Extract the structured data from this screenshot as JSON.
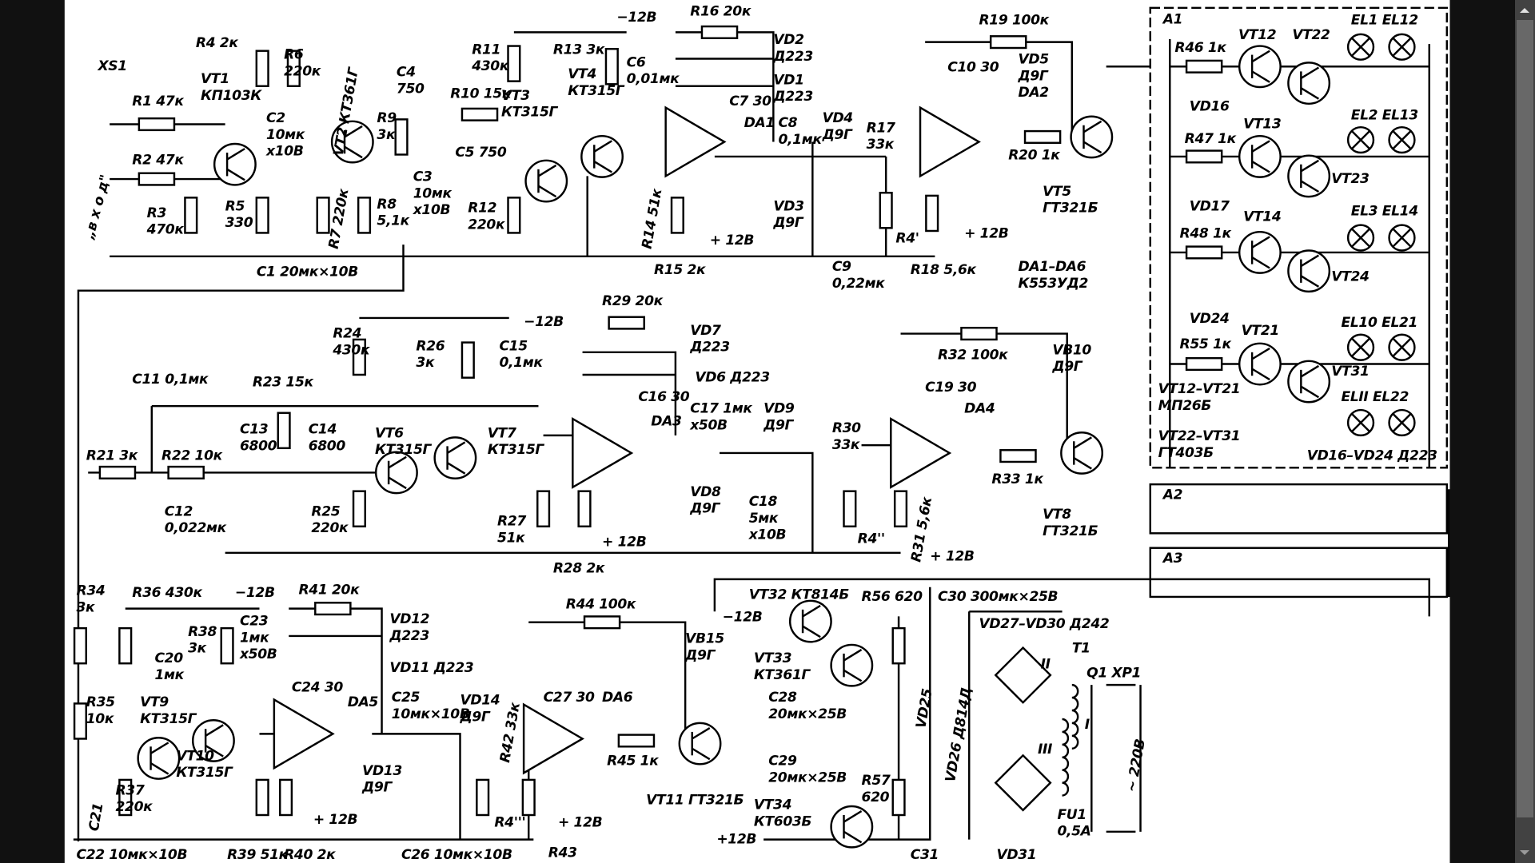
{
  "viewer": {
    "background": "#111111",
    "image_background": "#ffffff"
  },
  "diagram": {
    "labels": [
      [
        "XS1"
      ],
      [
        "R1 47к"
      ],
      [
        "R2 47к"
      ],
      [
        "R3",
        "470к"
      ],
      [
        "„в х о д\""
      ],
      [
        "VT1",
        "КП103К"
      ],
      [
        "R4 2к"
      ],
      [
        "R6",
        "220к"
      ],
      [
        "C2",
        "10мк",
        "х10В"
      ],
      [
        "VT2 КТ361Г"
      ],
      [
        "R9",
        "3к"
      ],
      [
        "R5",
        "330"
      ],
      [
        "R7 220к"
      ],
      [
        "R8",
        "5,1к"
      ],
      [
        "C1 20мк×10В"
      ],
      [
        "C4",
        "750"
      ],
      [
        "C3",
        "10мк",
        "х10В"
      ],
      [
        "R11",
        "430к"
      ],
      [
        "R10 15к"
      ],
      [
        "C5 750"
      ],
      [
        "R12",
        "220к"
      ],
      [
        "VT3",
        "КТ315Г"
      ],
      [
        "R13 3к"
      ],
      [
        "VT4",
        "КТ315Г"
      ],
      [
        "C6",
        "0,01мк"
      ],
      [
        "−12В"
      ],
      [
        "R16 20к"
      ],
      [
        "VD2",
        "Д223"
      ],
      [
        "VD1",
        "Д223"
      ],
      [
        "C7 30"
      ],
      [
        "DA1"
      ],
      [
        "R14 51к"
      ],
      [
        "R15 2к"
      ],
      [
        "+ 12В"
      ],
      [
        "C8",
        "0,1мк"
      ],
      [
        "VD4",
        "Д9Г"
      ],
      [
        "VD3",
        "Д9Г"
      ],
      [
        "R17",
        "33к"
      ],
      [
        "C9",
        "0,22мк"
      ],
      [
        "R4'"
      ],
      [
        "R18 5,6к"
      ],
      [
        "R19 100к"
      ],
      [
        "C10 30"
      ],
      [
        "VD5",
        "Д9Г",
        "DA2"
      ],
      [
        "R20 1к"
      ],
      [
        "+ 12В"
      ],
      [
        "VT5",
        "ГТ321Б"
      ],
      [
        "DA1–DA6",
        "К553УД2"
      ],
      [
        "A1"
      ],
      [
        "R46 1к"
      ],
      [
        "VT12"
      ],
      [
        "VT22"
      ],
      [
        "EL1  EL12"
      ],
      [
        "VD16"
      ],
      [
        "R47 1к"
      ],
      [
        "VT13"
      ],
      [
        "EL2  EL13"
      ],
      [
        "VT23"
      ],
      [
        "VD17"
      ],
      [
        "R48 1к"
      ],
      [
        "VT14"
      ],
      [
        "EL3  EL14"
      ],
      [
        "VT24"
      ],
      [
        "VD24"
      ],
      [
        "R55 1к"
      ],
      [
        "VT21"
      ],
      [
        "EL10 EL21"
      ],
      [
        "VT12–VT21",
        "МП26Б"
      ],
      [
        "VT22–VT31",
        "ГТ403Б"
      ],
      [
        "ELII EL22"
      ],
      [
        "VT31"
      ],
      [
        "VD16–VD24 Д223"
      ],
      [
        "A2"
      ],
      [
        "A3"
      ],
      [
        "R24",
        "430к"
      ],
      [
        "−12В"
      ],
      [
        "R26",
        "3к"
      ],
      [
        "C15",
        "0,1мк"
      ],
      [
        "R29 20к"
      ],
      [
        "VD7",
        "Д223"
      ],
      [
        "VD6 Д223"
      ],
      [
        "C11 0,1мк"
      ],
      [
        "R23 15к"
      ],
      [
        "C13",
        "6800"
      ],
      [
        "C14",
        "6800"
      ],
      [
        "VT6",
        "КТ315Г"
      ],
      [
        "VT7",
        "КТ315Г"
      ],
      [
        "C16 30"
      ],
      [
        "DA3"
      ],
      [
        "C17 1мк",
        "х50В"
      ],
      [
        "VD9",
        "Д9Г"
      ],
      [
        "R30",
        "33к"
      ],
      [
        "R21 3к"
      ],
      [
        "R22 10к"
      ],
      [
        "C12",
        "0,022мк"
      ],
      [
        "R25",
        "220к"
      ],
      [
        "R27",
        "51к"
      ],
      [
        "R28 2к"
      ],
      [
        "+ 12В"
      ],
      [
        "VD8",
        "Д9Г"
      ],
      [
        "C18",
        "5мк",
        "х10В"
      ],
      [
        "R4''"
      ],
      [
        "R31 5,6к"
      ],
      [
        "R32 100к"
      ],
      [
        "VB10",
        "Д9Г"
      ],
      [
        "C19 30"
      ],
      [
        "DA4"
      ],
      [
        "R33 1к"
      ],
      [
        "+ 12В"
      ],
      [
        "VT8",
        "ГТ321Б"
      ],
      [
        "R34",
        "3к"
      ],
      [
        "R36 430к"
      ],
      [
        "−12В"
      ],
      [
        "R38",
        "3к"
      ],
      [
        "C23",
        "1мк",
        "х50В"
      ],
      [
        "R41 20к"
      ],
      [
        "VD12",
        "Д223"
      ],
      [
        "VD11 Д223"
      ],
      [
        "C20",
        "1мк"
      ],
      [
        "C24 30"
      ],
      [
        "DA5"
      ],
      [
        "R35",
        "10к"
      ],
      [
        "VT9",
        "КТ315Г"
      ],
      [
        "VT10",
        "КТ315Г"
      ],
      [
        "C25",
        "10мк×10В"
      ],
      [
        "VD14",
        "Д9Г"
      ],
      [
        "VD13",
        "Д9Г"
      ],
      [
        "R42 33к"
      ],
      [
        "C21"
      ],
      [
        "R37",
        "220к"
      ],
      [
        "C22 10мк×10В"
      ],
      [
        "R39 51к"
      ],
      [
        "R40 2к"
      ],
      [
        "+ 12В"
      ],
      [
        "C26 10мк×10В"
      ],
      [
        "R4'''"
      ],
      [
        "R43"
      ],
      [
        "R44 100к"
      ],
      [
        "C27 30"
      ],
      [
        "DA6"
      ],
      [
        "VB15",
        "Д9Г"
      ],
      [
        "R45 1к"
      ],
      [
        "+ 12В"
      ],
      [
        "VT11 ГТ321Б"
      ],
      [
        "VT32 КТ814Б"
      ],
      [
        "−12В"
      ],
      [
        "R56 620"
      ],
      [
        "C30 300мк×25В"
      ],
      [
        "VT33",
        "КТ361Г"
      ],
      [
        "C28",
        "20мк×25В"
      ],
      [
        "VD25"
      ],
      [
        "VD26 Д814Д"
      ],
      [
        "VD27–VD30 Д242"
      ],
      [
        "T1"
      ],
      [
        "Q1  XP1"
      ],
      [
        "C29",
        "20мк×25В"
      ],
      [
        "R57",
        "620"
      ],
      [
        "VT34",
        "КТ603Б"
      ],
      [
        "+12В"
      ],
      [
        "C31"
      ],
      [
        "VD31"
      ],
      [
        "FU1",
        "0,5А"
      ],
      [
        "~ 220В"
      ],
      [
        "I"
      ],
      [
        "II"
      ],
      [
        "III"
      ]
    ]
  },
  "scrollbar": {
    "track_color": "#424242",
    "thumb_color": "#686868"
  }
}
